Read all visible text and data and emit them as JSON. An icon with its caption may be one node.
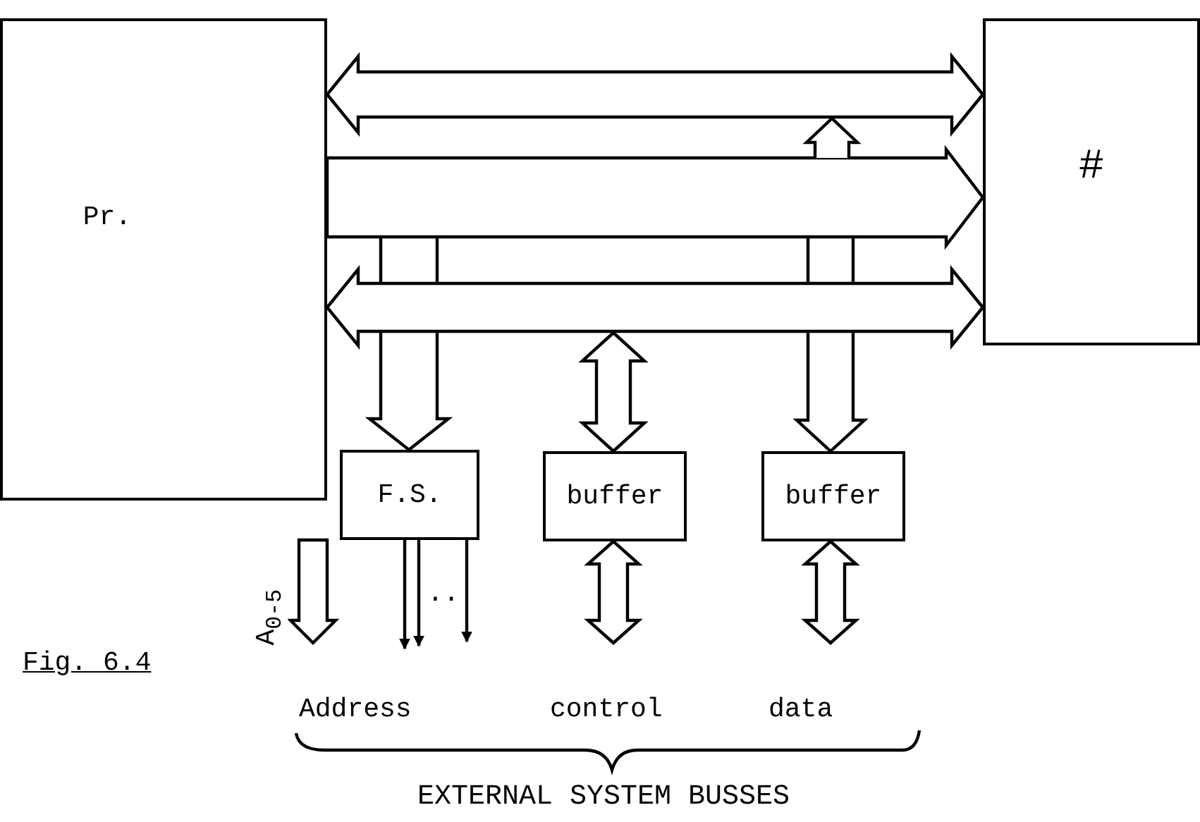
{
  "diagram": {
    "caption": "Fig. 6.4",
    "nodes": [
      {
        "text": [
          "Pr."
        ]
      },
      {
        "text": [
          "#"
        ]
      },
      {
        "text": [
          "F.S."
        ]
      },
      {
        "text": [
          "buffer"
        ]
      },
      {
        "text": [
          "buffer"
        ]
      }
    ],
    "edges": [
      {
        "from": 0,
        "to": 1,
        "arrow": "both"
      },
      {
        "from": 0,
        "to": 1,
        "arrow": "to"
      },
      {
        "from": 0,
        "to": 1,
        "arrow": "both"
      },
      {
        "from": null,
        "to": 2,
        "arrow": "to"
      },
      {
        "from": null,
        "to": 3,
        "arrow": "both"
      },
      {
        "from": null,
        "to": 4,
        "arrow": "to"
      },
      {
        "from": 2,
        "to": null,
        "arrow": "to",
        "label": "A$_{0-5}$"
      },
      {
        "from": 2,
        "to": null,
        "arrow": "to"
      },
      {
        "from": 2,
        "to": null,
        "arrow": "to"
      },
      {
        "from": 2,
        "to": null,
        "arrow": "to"
      },
      {
        "from": 3,
        "to": null,
        "arrow": "both"
      },
      {
        "from": 4,
        "to": null,
        "arrow": "both"
      }
    ],
    "labels": [
      "..",
      "Address",
      "control",
      "data",
      "EXTERNAL SYSTEM BUSSES"
    ]
  }
}
